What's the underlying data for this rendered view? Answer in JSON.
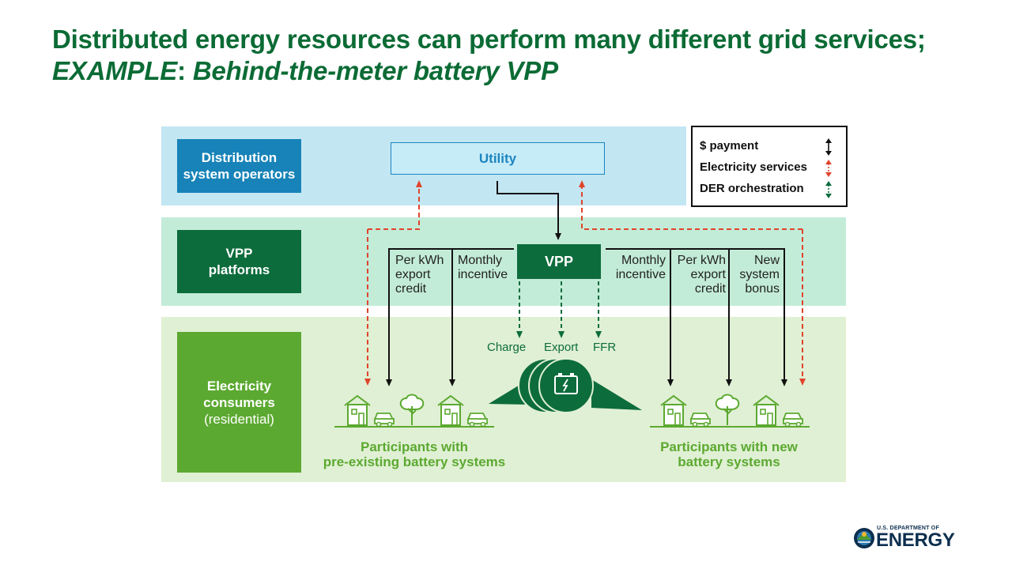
{
  "title": {
    "line1": "Distributed energy resources can perform many different grid services;",
    "line2_bold": "EXAMPLE",
    "line2_sep": ": ",
    "line2_rest": "Behind-the-meter battery VPP"
  },
  "rows": {
    "dso": {
      "line1": "Distribution",
      "line2": "system operators"
    },
    "vpp": {
      "line1": "VPP",
      "line2": "platforms"
    },
    "consumers": {
      "line1": "Electricity",
      "line2": "consumers",
      "line3": "(residential)"
    }
  },
  "nodes": {
    "utility": "Utility",
    "vpp": "VPP"
  },
  "legend": [
    {
      "label": "$ payment",
      "color": "#111111"
    },
    {
      "label": "Electricity services",
      "color": "#e0442c"
    },
    {
      "label": "DER orchestration",
      "color": "#0d6c3c"
    }
  ],
  "left_flows": {
    "export_credit": [
      "Per kWh",
      "export",
      "credit"
    ],
    "incentive": [
      "Monthly",
      "incentive"
    ]
  },
  "right_flows": {
    "incentive": [
      "Monthly",
      "incentive"
    ],
    "export_credit": [
      "Per kWh",
      "export",
      "credit"
    ],
    "bonus": [
      "New",
      "system",
      "bonus"
    ]
  },
  "controls": [
    "Charge",
    "Export",
    "FFR"
  ],
  "captions": {
    "left": [
      "Participants with",
      "pre-existing battery systems"
    ],
    "right": [
      "Participants with new",
      "battery systems"
    ]
  },
  "logo": {
    "small": "U.S. DEPARTMENT OF",
    "big": "ENERGY"
  },
  "colors": {
    "green_dark": "#0d6c3c",
    "green_light": "#5ca931",
    "blue": "#1783b8",
    "red": "#e0442c"
  }
}
